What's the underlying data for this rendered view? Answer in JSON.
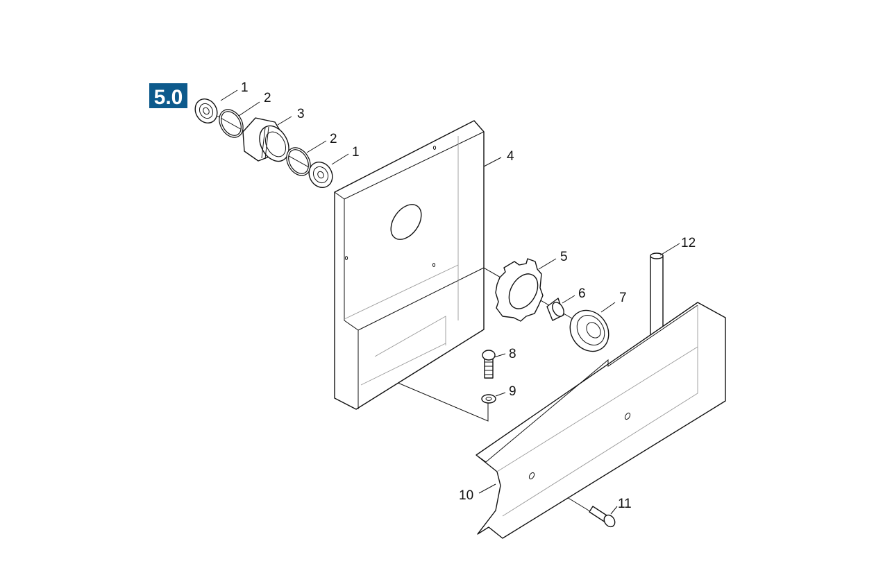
{
  "figure": {
    "section_badge": "5.0",
    "badge_color": "#0d5a8c",
    "callouts": [
      {
        "id": "c1a",
        "text": "1"
      },
      {
        "id": "c2a",
        "text": "2"
      },
      {
        "id": "c3",
        "text": "3"
      },
      {
        "id": "c2b",
        "text": "2"
      },
      {
        "id": "c1b",
        "text": "1"
      },
      {
        "id": "c4",
        "text": "4"
      },
      {
        "id": "c5",
        "text": "5"
      },
      {
        "id": "c6",
        "text": "6"
      },
      {
        "id": "c7",
        "text": "7"
      },
      {
        "id": "c8",
        "text": "8"
      },
      {
        "id": "c9",
        "text": "9"
      },
      {
        "id": "c10",
        "text": "10"
      },
      {
        "id": "c11",
        "text": "11"
      },
      {
        "id": "c12",
        "text": "12"
      }
    ]
  }
}
